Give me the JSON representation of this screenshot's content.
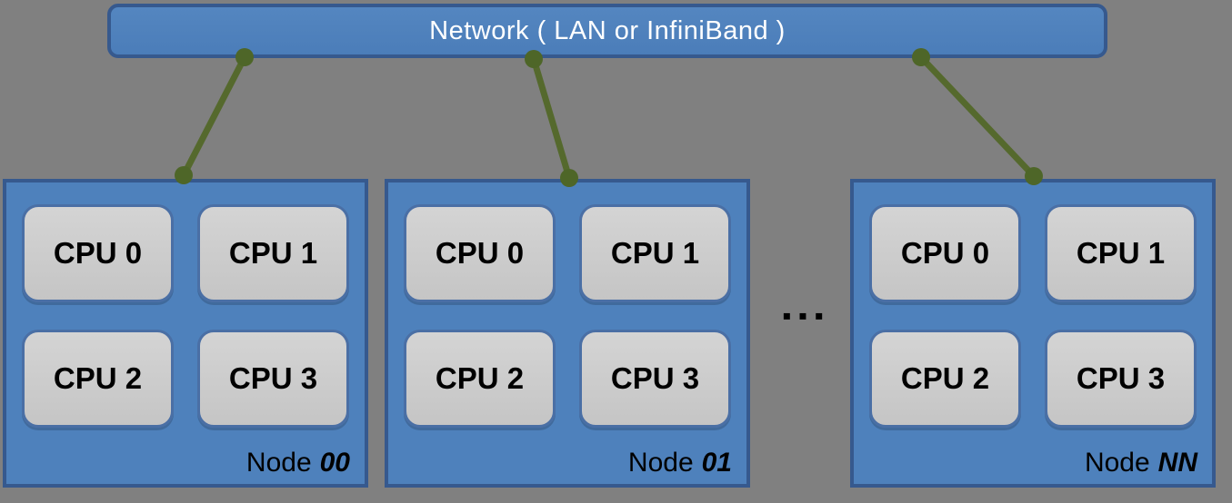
{
  "canvas": {
    "background_color": "#808080"
  },
  "network": {
    "label": "Network ( LAN or InfiniBand )",
    "fill_color": "#4E81BC",
    "border_color": "#36598E",
    "text_color": "#FFFFFF"
  },
  "nodes": [
    {
      "label_prefix": "Node",
      "label_id": "00",
      "cpus": [
        "CPU 0",
        "CPU 1",
        "CPU 2",
        "CPU 3"
      ]
    },
    {
      "label_prefix": "Node",
      "label_id": "01",
      "cpus": [
        "CPU 0",
        "CPU 1",
        "CPU 2",
        "CPU 3"
      ]
    },
    {
      "label_prefix": "Node",
      "label_id": "NN",
      "cpus": [
        "CPU 0",
        "CPU 1",
        "CPU 2",
        "CPU 3"
      ]
    }
  ],
  "node_style": {
    "fill_color": "#4E81BC",
    "border_color": "#36598E",
    "cpu_fill_color": "#CBCBCB",
    "cpu_border_color": "#4A6FA5",
    "label_text_color": "#000000"
  },
  "ellipsis": "▪ ▪ ▪",
  "connector": {
    "color": "#55692D",
    "dot_color": "#4E6628",
    "connections": [
      {
        "from": "network",
        "to": "node-00"
      },
      {
        "from": "network",
        "to": "node-01"
      },
      {
        "from": "network",
        "to": "node-NN"
      }
    ]
  }
}
